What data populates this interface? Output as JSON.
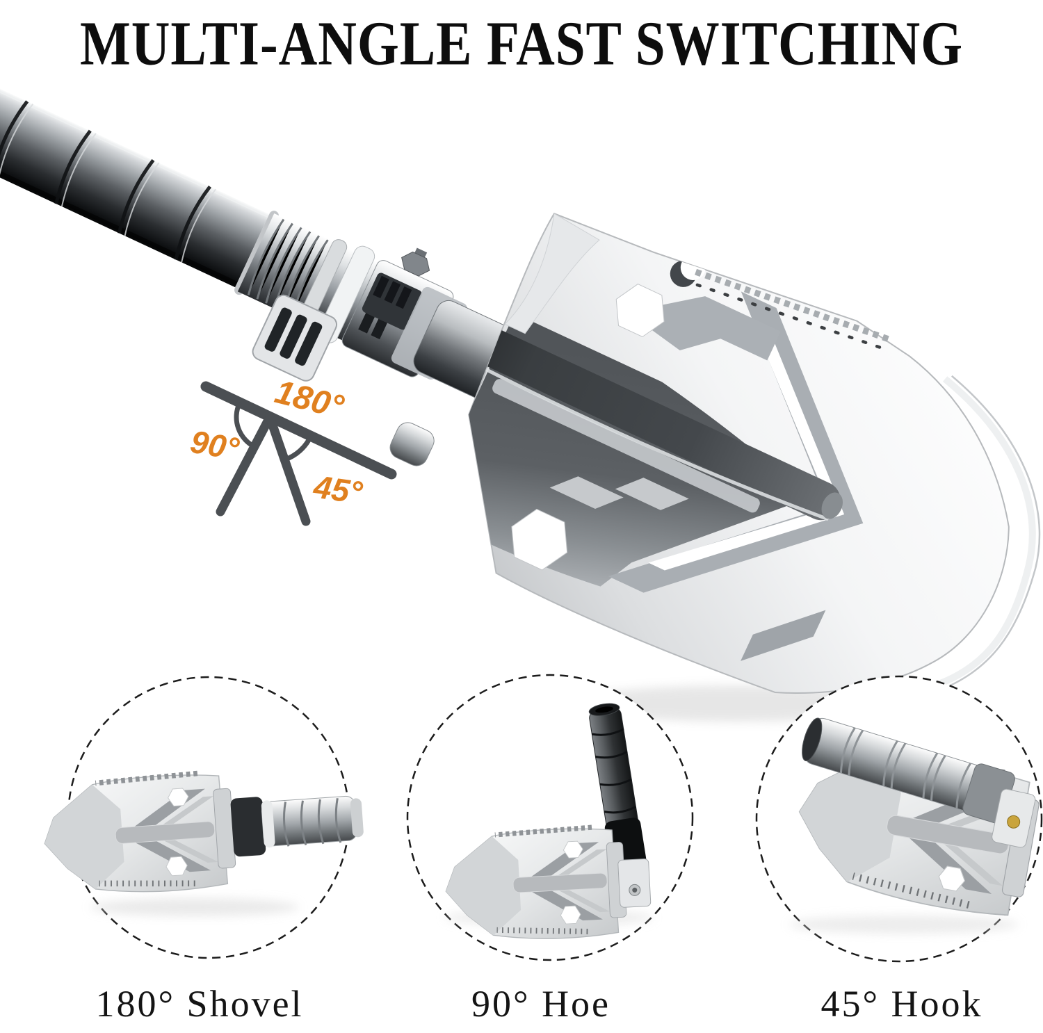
{
  "title": {
    "text": "MULTI-ANGLE FAST SWITCHING"
  },
  "angle_diagram": {
    "labels": [
      {
        "name": "angle-180",
        "text": "180°"
      },
      {
        "name": "angle-90",
        "text": "90°"
      },
      {
        "name": "angle-45",
        "text": "45°"
      }
    ],
    "accent_color": "#e0801f",
    "line_color": "#4b4f53"
  },
  "modes": [
    {
      "label": "180° Shovel"
    },
    {
      "label": "90° Hoe"
    },
    {
      "label": "45° Hook"
    }
  ],
  "colors": {
    "background": "#ffffff",
    "accent_orange": "#e0801f",
    "metal_dark": "#2c2f33",
    "metal_mid": "#8a8f93",
    "metal_light": "#e8eaec",
    "blade_dark_field": "#5c6064"
  }
}
